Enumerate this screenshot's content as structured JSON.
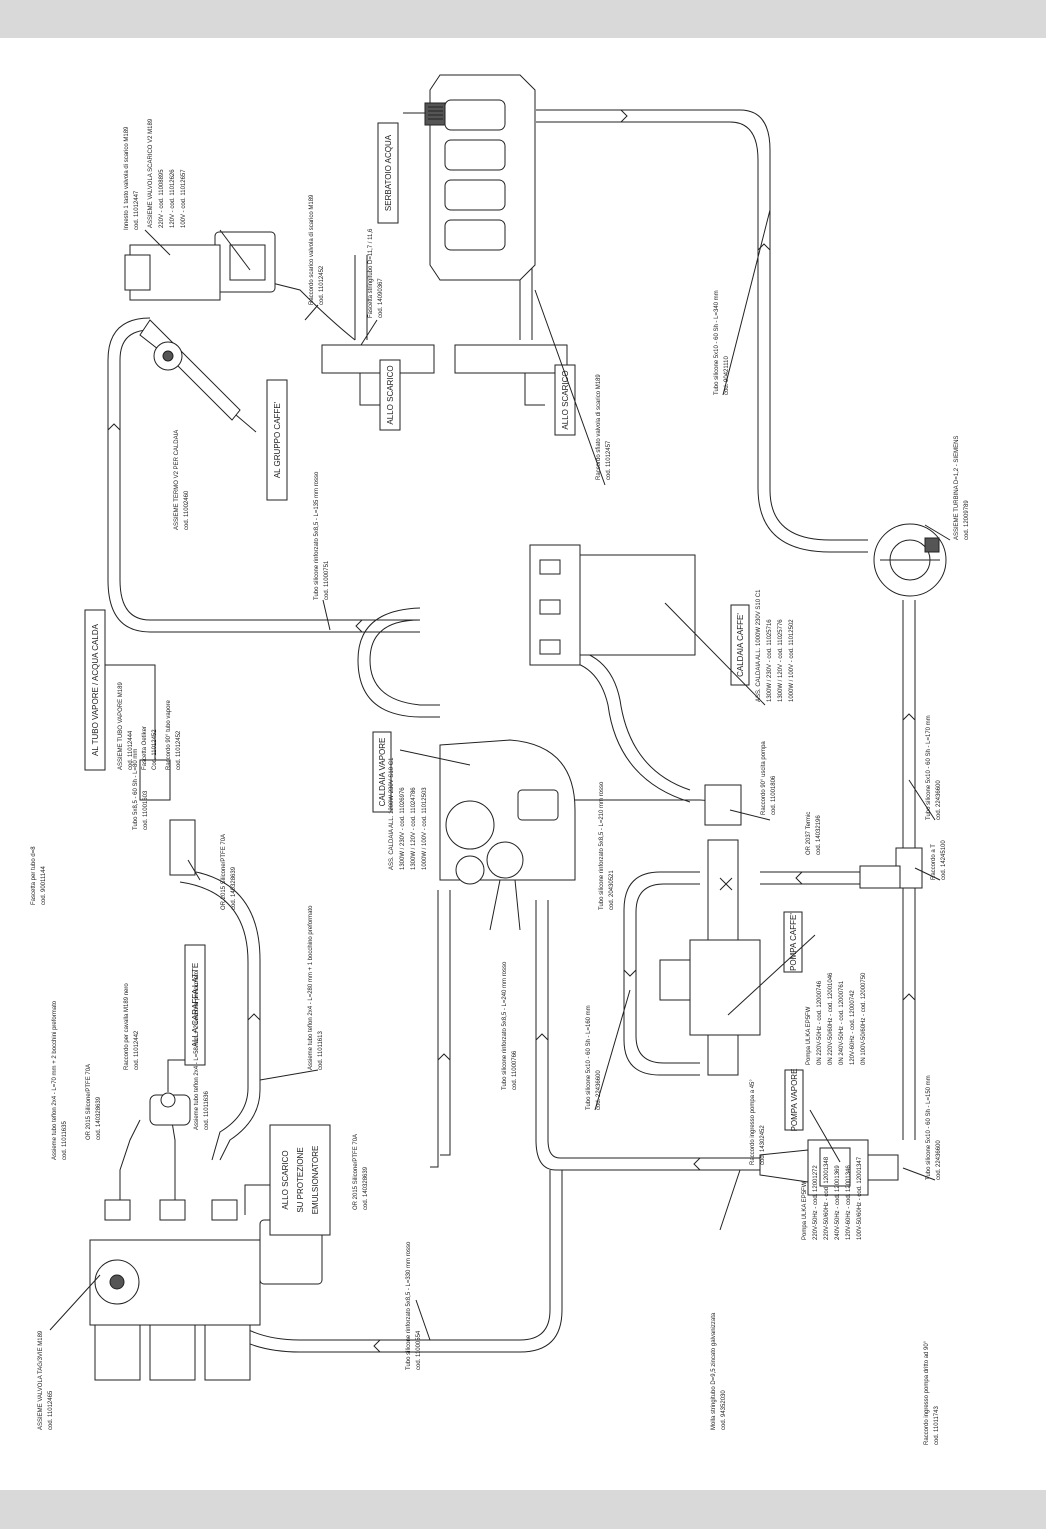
{
  "labels": {
    "serbatoio": "SERBATOIO ACQUA",
    "gruppo_caffe": "AL GRUPPO CAFFE'",
    "scarico1": "ALLO SCARICO",
    "scarico2": "ALLO SCARICO",
    "tubo_vapore": "AL TUBO VAPORE / ACQUA CALDA",
    "caraffa": "ALLA CARAFFA LATTE",
    "scarico3_l1": "ALLO SCARICO",
    "scarico3_l2": "SU PROTEZIONE",
    "scarico3_l3": "EMULSIONATORE",
    "caldaia_caffe": "CALDAIA CAFFE'",
    "caldaia_vapore": "CALDAIA VAPORE",
    "pompa_caffe": "POMPA CAFFE'",
    "pompa_vapore": "POMPA VAPORE"
  },
  "notes": {
    "n1_l1": "Innesto 1 tasto valvola di scarico M189",
    "n1_l2": "cod. 11012447",
    "n2_l1": "ASSIEME VALVOLA SCARICO V2 M189",
    "n2_l2": "220V - cod. 11008895",
    "n2_l3": "120V - cod. 11012626",
    "n2_l4": "100V - cod. 11012657",
    "n3_l1": "Raccordo scarico valvola di scarico M189",
    "n3_l2": "cod. 11012452",
    "n4_l1": "Raccordo sfiato valvola di scarico M189",
    "n4_l2": "cod. 11012457",
    "n5_l1": "Tubo silicone 5x10 - 60 Sh - L=340 mm",
    "n5_l2": "cod. 90421110",
    "n6_l1": "Fascetta stringitubo D=11,7 / 11,6",
    "n6_l2": "cod. 14090367",
    "n7_l1": "ASSIEME TERMO V2 PER CALDAIA",
    "n7_l2": "cod. 11002460",
    "n8_l1": "Tubo silicone rinforzato 5x8,5 - L=135 mm rosso",
    "n8_l2": "cod. 11000751",
    "n9_l1": "ASSIEME TURBINA D=1,2 - SIEMENS",
    "n9_l2": "cod. 12009789",
    "n10_l1": "Tubo silicone 5x10 - 60 Sh - L=170 mm",
    "n10_l2": "cod. 22436600",
    "n11_l1": "ASS. CALDAIA ALL. 1000W 230V S10 C1",
    "n11_l2": "1300W / 230V - cod. 11025716",
    "n11_l3": "1300W / 120V - cod. 11025776",
    "n11_l4": "1000W / 100V - cod. 11012502",
    "n12_l1": "Tubo 5x8,5 - 60 Sh - L=80 mm",
    "n12_l2": "cod. 11001603",
    "n13_l1": "ASSIEME TUBO VAPORE M189",
    "n13_l2": "cod. 11012444",
    "n13_l3": "Fascetta Oetiker",
    "n13_l4": "Cod. 11012452",
    "n13_l5": "Raccordo 90° tubo vapore",
    "n13_l6": "cod. 11012452",
    "n14_l1": "Fascetta per tubo d=8",
    "n14_l2": "cod. 90011144",
    "n15_l1": "OR 2015 Silicone/PTFE 70A",
    "n15_l2": "cod. 140328639",
    "n16_l1": "ASS. CALDAIA ALL. 1200W 230V S10 C1",
    "n16_l2": "1300W / 230V - cod. 11026976",
    "n16_l3": "1300W / 120V - cod. 11024786",
    "n16_l4": "1000W / 100V - cod. 11012503",
    "n17_l1": "OR 2037 Termic",
    "n17_l2": "cod. 14032196",
    "n18_l1": "Raccordo 90° uscita pompa",
    "n18_l2": "cod. 11001806",
    "n19_l1": "Raccordo a T",
    "n19_l2": "cod. 14245100",
    "n20_l1": "Tubo silicone rinforzato 5x8,5 - L=210 mm rosso",
    "n20_l2": "cod. 20430521",
    "n21_l1": "Pompa ULKA EP5FW",
    "n21_l2": "0N 220V-50Hz - cod. 12000746",
    "n21_l3": "0N 220V-50/60Hz - cod. 12001046",
    "n21_l4": "0N 240V-50Hz - cod. 12000761",
    "n21_l5": "120V-60Hz - cod. 12000742",
    "n21_l6": "0N 100V-50/60Hz - cod. 12000750",
    "n22_l1": "Assieme tubo teflon 2x4 - L=280 mm + 1 bocchino preformato",
    "n22_l2": "cod. 11011613",
    "n23_l1": "Assieme tubo teflon 2x4 - L=70 mm + 2 bocchini preformato",
    "n23_l2": "cod. 11011635",
    "n24_l1": "Raccordo per cavalla M189 nero",
    "n24_l2": "cod. 11012442",
    "n25_l1": "OR 2015 Silicone/PTFE 70A",
    "n25_l2": "cod. 140328639",
    "n26_l1": "Assieme tubo teflon 2x4 - L=58 mm + 2 bocchini preformato",
    "n26_l2": "cod. 11011636",
    "n27_l1": "Tubo silicone rinforzato 5x8,5 - L=240 mm rosso",
    "n27_l2": "cod. 11000766",
    "n28_l1": "Tubo silicone 5x10 - 60 Sh - L=160 mm",
    "n28_l2": "cod. 22436600",
    "n29_l1": "Raccordo ingresso pompa a 45°",
    "n29_l2": "cod. 14302452",
    "n30_l1": "Pompa ULKA EP5FW",
    "n30_l2": "220V-50Hz - cod. 12001272",
    "n30_l3": "220V-50/60Hz - cod. 12001348",
    "n30_l4": "240V-50Hz - cod. 12001369",
    "n30_l5": "120V-60Hz - cod. 12001346",
    "n30_l6": "100V-50/60Hz - cod. 12001347",
    "n31_l1": "Tubo silicone 5x10 - 60 Sh - L=150 mm",
    "n31_l2": "cod. 22436600",
    "n32_l1": "OR 2015 Silicone/PTFE 70A",
    "n32_l2": "cod. 140328639",
    "n33_l1": "Tubo silicone rinforzato 5x8,5 - L=330 mm rosso",
    "n33_l2": "cod. 11000554",
    "n34_l1": "ASSIEME VALVOLA TAG/3VIE M189",
    "n34_l2": "cod. 11012465",
    "n35_l1": "Molla stringitubo D=9,5 zincato galvanizzata",
    "n35_l2": "cod. 94352030",
    "n36_l1": "Raccordo ingresso pompa dritto ad 90°",
    "n36_l2": "cod. 11011743"
  }
}
